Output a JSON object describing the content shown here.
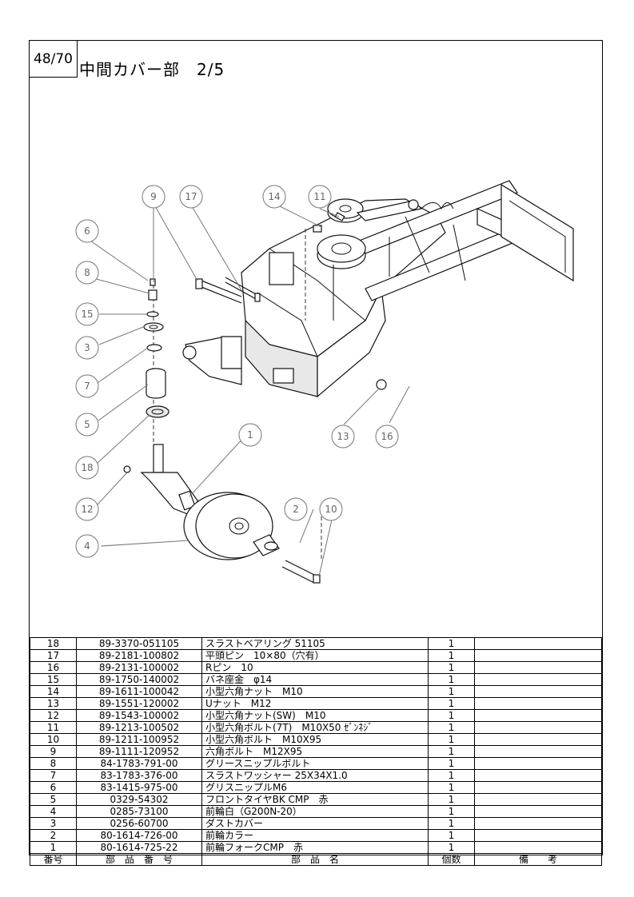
{
  "header": {
    "page_number": "48/70",
    "title": "中間カバー部　2/5"
  },
  "callouts": [
    "9",
    "17",
    "14",
    "11",
    "6",
    "8",
    "15",
    "3",
    "7",
    "5",
    "18",
    "12",
    "4",
    "1",
    "2",
    "10",
    "13",
    "16"
  ],
  "table": {
    "columns": [
      "番号",
      "部　品　番　号",
      "部　品　名",
      "個数",
      "備　　考"
    ],
    "rows": [
      {
        "no": "18",
        "part_number": "89-3370-051105",
        "name": "スラストベアリング 51105",
        "qty": "1",
        "remarks": ""
      },
      {
        "no": "17",
        "part_number": "89-2181-100802",
        "name": "平頭ピン　10×80（穴有）",
        "qty": "1",
        "remarks": ""
      },
      {
        "no": "16",
        "part_number": "89-2131-100002",
        "name": "Rピン　10",
        "qty": "1",
        "remarks": ""
      },
      {
        "no": "15",
        "part_number": "89-1750-140002",
        "name": "バネ座金　φ14",
        "qty": "1",
        "remarks": ""
      },
      {
        "no": "14",
        "part_number": "89-1611-100042",
        "name": "小型六角ナット　M10",
        "qty": "1",
        "remarks": ""
      },
      {
        "no": "13",
        "part_number": "89-1551-120002",
        "name": "Uナット　M12",
        "qty": "1",
        "remarks": ""
      },
      {
        "no": "12",
        "part_number": "89-1543-100002",
        "name": "小型六角ナット(SW)　M10",
        "qty": "1",
        "remarks": ""
      },
      {
        "no": "11",
        "part_number": "89-1213-100502",
        "name": "小型六角ボルト(7T)　M10X50 ｾﾞﾝﾈｼﾞ",
        "qty": "1",
        "remarks": ""
      },
      {
        "no": "10",
        "part_number": "89-1211-100952",
        "name": "小型六角ボルト　M10X95",
        "qty": "1",
        "remarks": ""
      },
      {
        "no": "9",
        "part_number": "89-1111-120952",
        "name": "六角ボルト　M12X95",
        "qty": "1",
        "remarks": ""
      },
      {
        "no": "8",
        "part_number": "84-1783-791-00",
        "name": "グリースニップルボルト",
        "qty": "1",
        "remarks": ""
      },
      {
        "no": "7",
        "part_number": "83-1783-376-00",
        "name": "スラストワッシャー 25X34X1.0",
        "qty": "1",
        "remarks": ""
      },
      {
        "no": "6",
        "part_number": "83-1415-975-00",
        "name": "グリスニップルM6",
        "qty": "1",
        "remarks": ""
      },
      {
        "no": "5",
        "part_number": "0329-54302",
        "name": "フロントタイヤBK CMP　赤",
        "qty": "1",
        "remarks": ""
      },
      {
        "no": "4",
        "part_number": "0285-73100",
        "name": "前輪白（G200N-20）",
        "qty": "1",
        "remarks": ""
      },
      {
        "no": "3",
        "part_number": "0256-60700",
        "name": "ダストカバー",
        "qty": "1",
        "remarks": ""
      },
      {
        "no": "2",
        "part_number": "80-1614-726-00",
        "name": "前輪カラー",
        "qty": "1",
        "remarks": ""
      },
      {
        "no": "1",
        "part_number": "80-1614-725-22",
        "name": "前輪フォークCMP　赤",
        "qty": "1",
        "remarks": ""
      }
    ]
  }
}
